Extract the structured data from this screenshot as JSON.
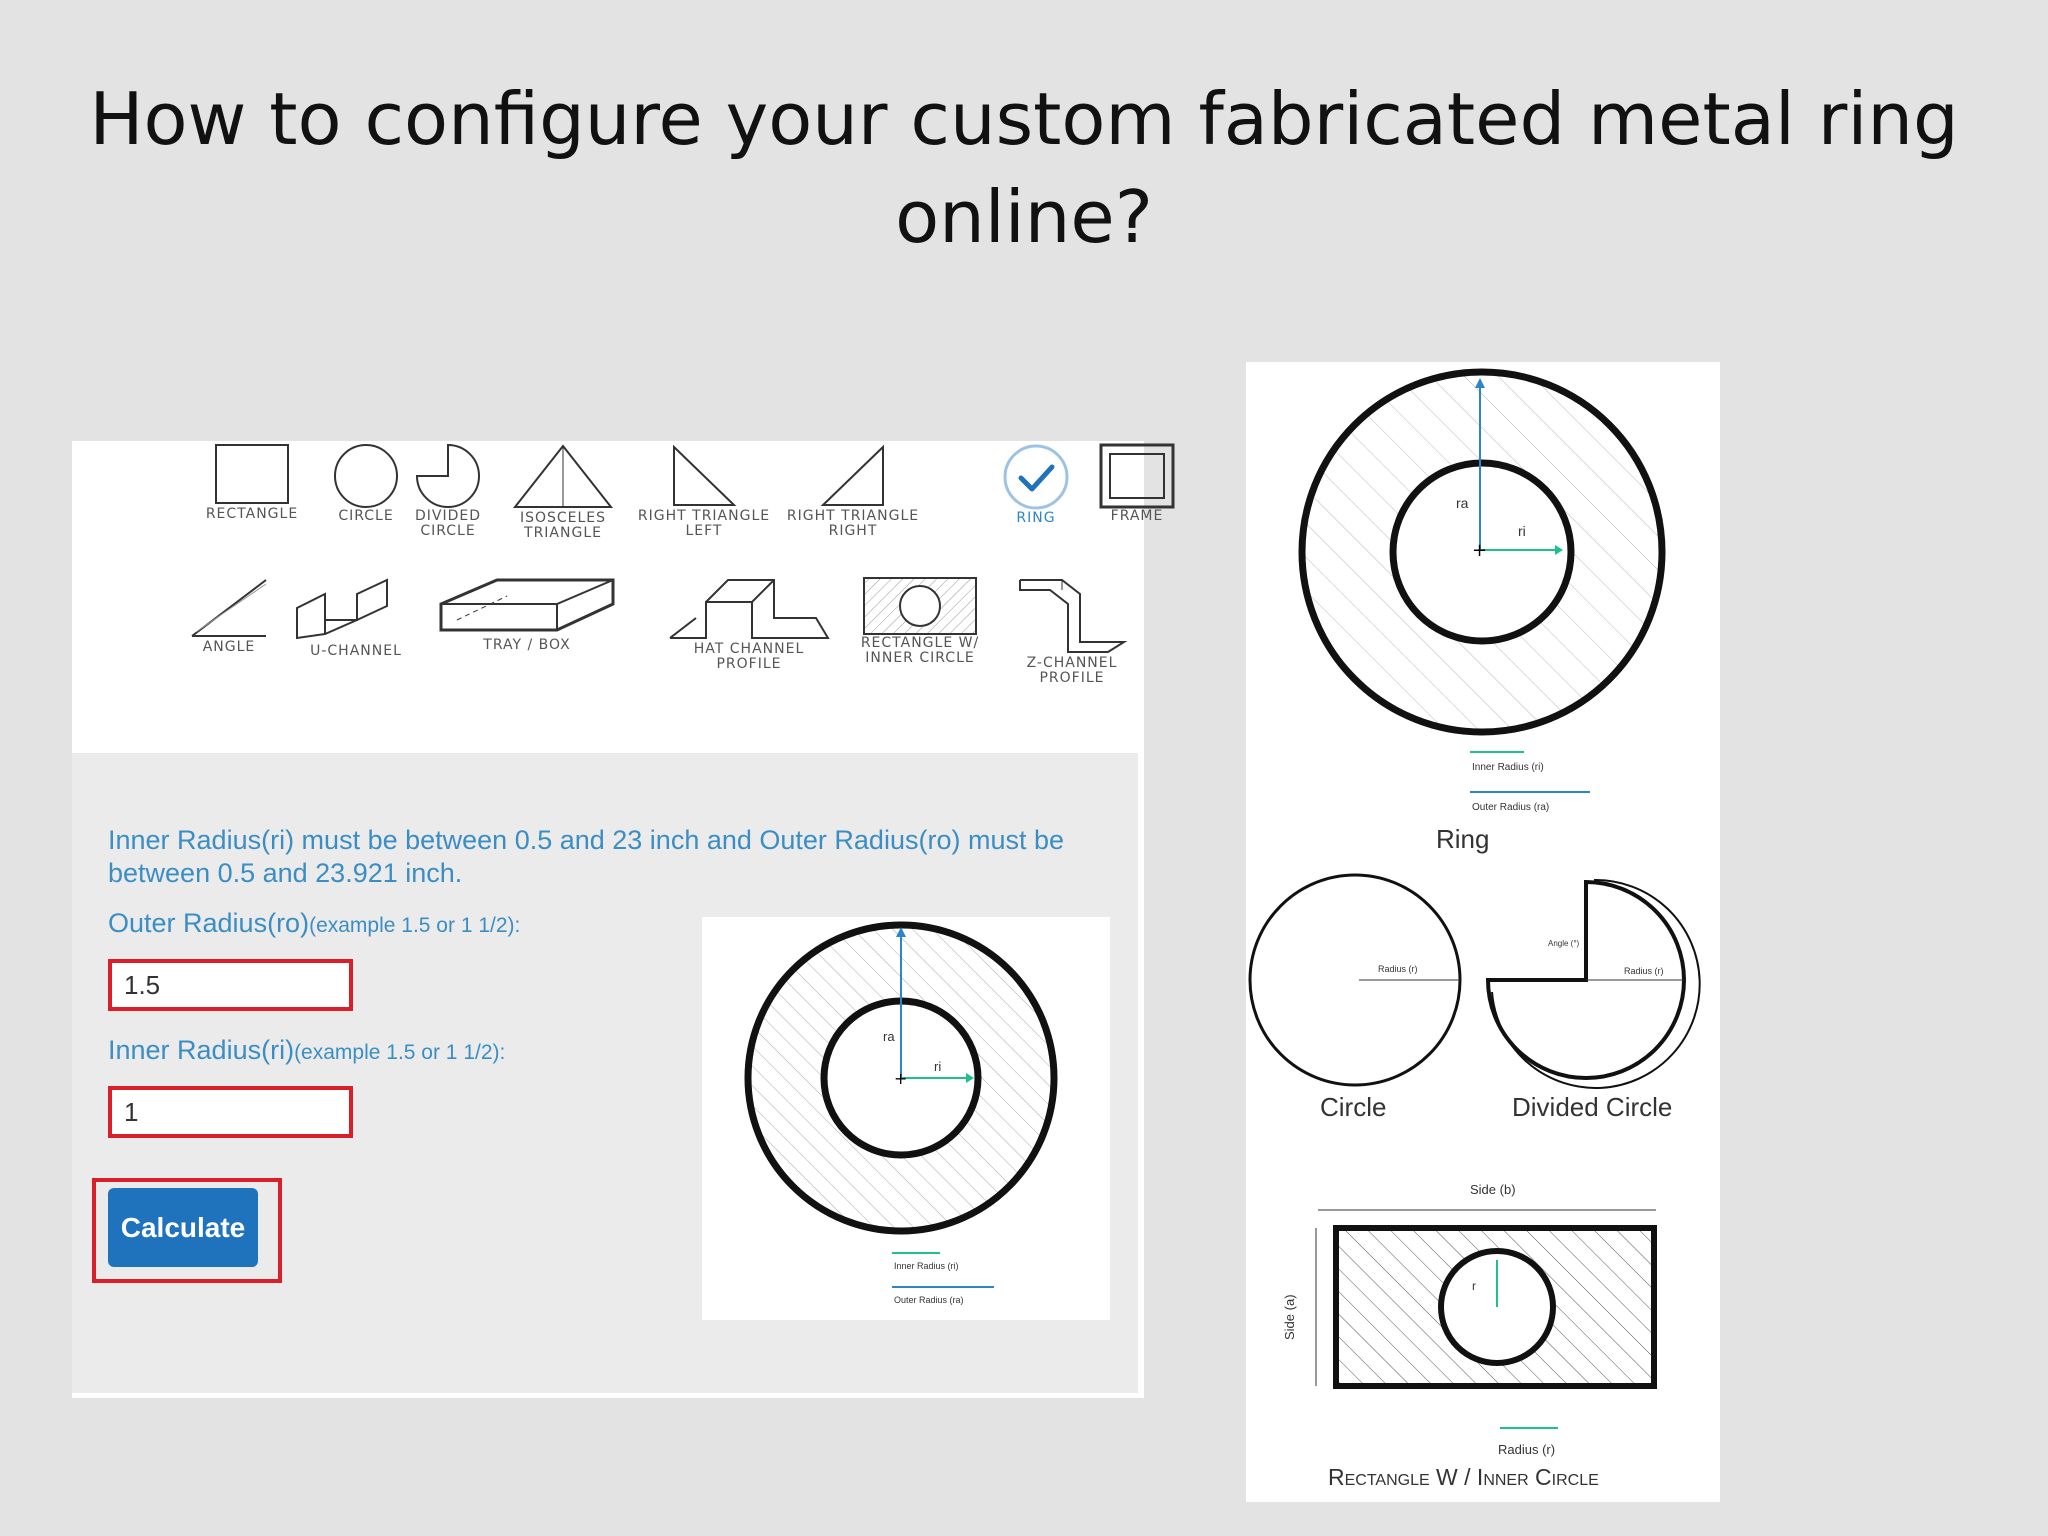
{
  "slide": {
    "title_line1": "How to configure your custom fabricated metal ring",
    "title_line2": "online?"
  },
  "shapes": {
    "row1": [
      "RECTANGLE",
      "CIRCLE",
      "DIVIDED CIRCLE",
      "ISOSCELES TRIANGLE",
      "RIGHT TRIANGLE LEFT",
      "RIGHT TRIANGLE RIGHT",
      "RING",
      "FRAME"
    ],
    "row2": [
      "ANGLE",
      "U-CHANNEL",
      "TRAY / BOX",
      "HAT CHANNEL PROFILE",
      "RECTANGLE W/ INNER CIRCLE",
      "Z-CHANNEL PROFILE"
    ],
    "selected": "RING"
  },
  "form": {
    "range_text": "Inner Radius(ri) must be between 0.5 and 23 inch and Outer Radius(ro) must be between 0.5 and 23.921 inch.",
    "outer_label": "Outer Radius(ro)",
    "outer_example": "(example 1.5 or 1 1/2):",
    "outer_value": "1.5",
    "inner_label": "Inner Radius(ri)",
    "inner_example": "(example 1.5 or 1 1/2):",
    "inner_value": "1",
    "calculate_label": "Calculate"
  },
  "diagram_labels": {
    "ra": "ra",
    "ri": "ri",
    "inner_radius_legend": "Inner Radius (ri)",
    "outer_radius_legend": "Outer Radius (ra)"
  },
  "reference": {
    "ring_caption": "Ring",
    "circle_caption": "Circle",
    "divided_circle_caption": "Divided Circle",
    "rect_caption": "Rectangle W / Inner Circle",
    "radius_r": "Radius (r)",
    "angle": "Angle (°)",
    "side_a": "Side (a)",
    "side_b": "Side (b)",
    "r": "r",
    "radius_r_bottom": "Radius (r)"
  },
  "colors": {
    "accent_blue": "#3b8ec4",
    "button_blue": "#1f73bd",
    "highlight_red": "#d9202a",
    "dimension_teal": "#1fbf8f"
  }
}
